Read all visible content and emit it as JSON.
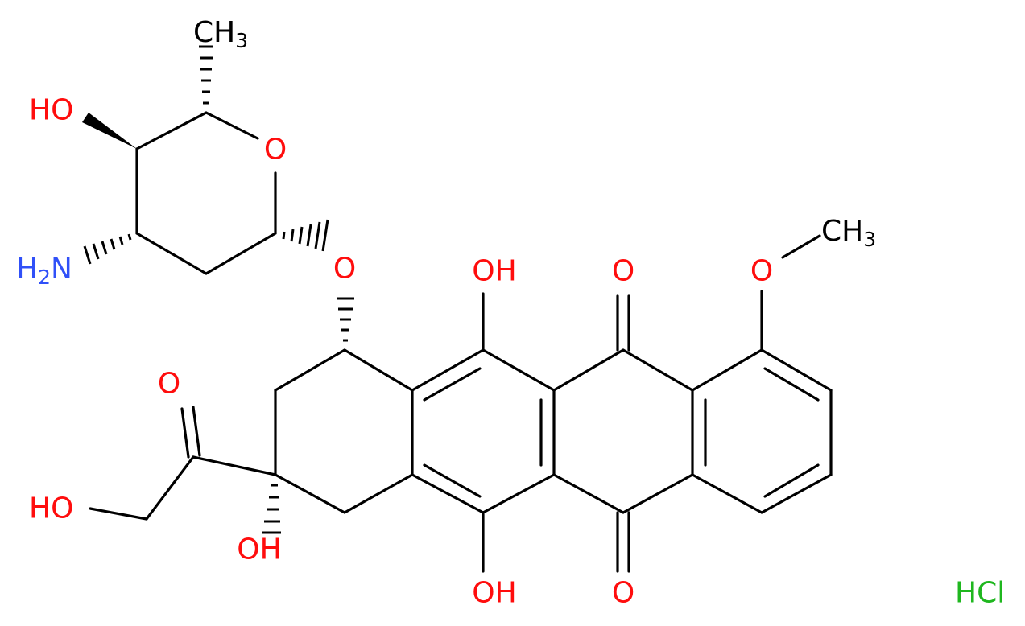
{
  "molecule": {
    "colors": {
      "bond": "#000000",
      "oxygen": "#ff0d0d",
      "nitrogen": "#3050f8",
      "chlorine": "#1fb71f"
    },
    "labels": {
      "methyl_top": {
        "main": "CH",
        "sub": "3"
      },
      "hydroxyl_sugar": "HO",
      "ring_oxygen": "O",
      "amine": {
        "main": "H",
        "sub": "2",
        "tail": "N"
      },
      "glycosidic_oxygen": "O",
      "hydroxyl_ring_top": "OH",
      "quinone_oxygen_top": "O",
      "methoxy_oxygen": "O",
      "methoxy_methyl": {
        "main": "CH",
        "sub": "3"
      },
      "ketone_oxygen": "O",
      "hydroxyl_chain": "HO",
      "hydroxyl_tertiary": "OH",
      "hydroxyl_ring_bottom": "OH",
      "quinone_oxygen_bottom": "O",
      "salt": "HCl"
    }
  }
}
